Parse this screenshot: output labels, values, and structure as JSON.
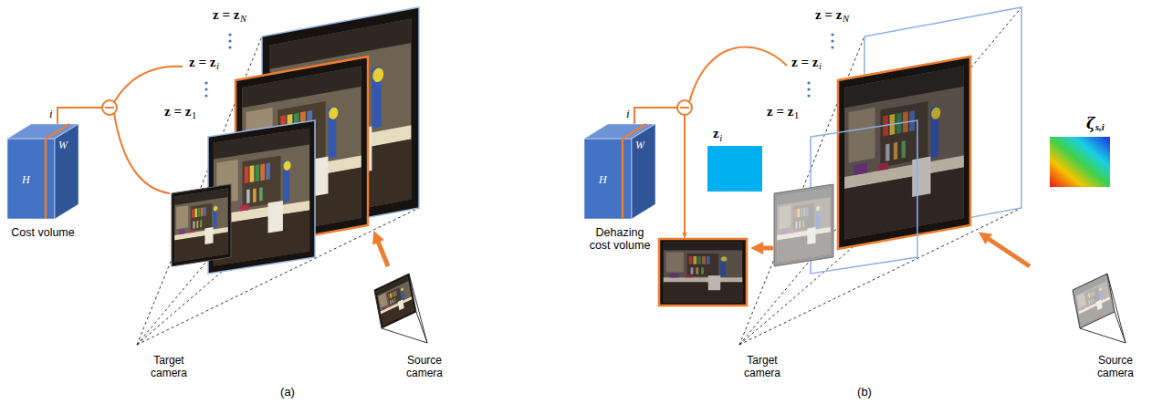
{
  "diagram": {
    "nodes": [
      {
        "text": [
          "W",
          "H",
          "Cost volume"
        ]
      },
      {
        "text": [
          "W",
          "H",
          "Dehazing cost volume"
        ]
      },
      {
        "text": [
          "z",
          "i"
        ]
      },
      {
        "text": [
          "ζ",
          "s,i"
        ]
      }
    ],
    "labels": [
      "z = z",
      "N",
      "z = z",
      "i",
      "z = z",
      "1",
      "i",
      "Target camera",
      "Source camera",
      "(a)",
      "z = z",
      "N",
      "z = z",
      "i",
      "z = z",
      "1",
      "i",
      "Target camera",
      "Source camera",
      "(b)"
    ]
  }
}
